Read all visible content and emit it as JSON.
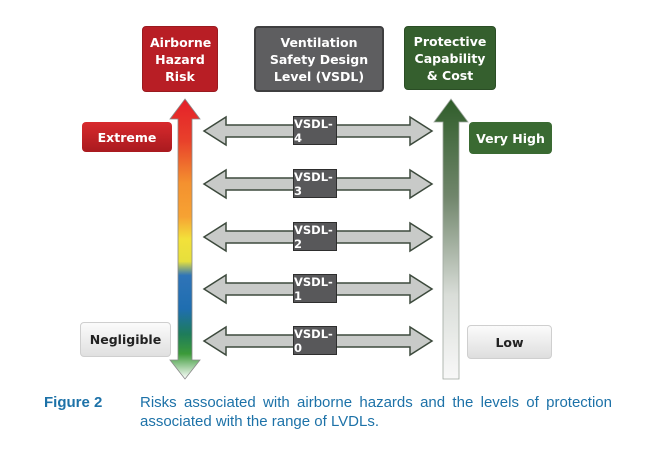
{
  "headers": {
    "risk": "Airborne Hazard Risk",
    "vsdl": "Ventilation Safety Design Level (VSDL)",
    "protection": "Protective Capability & Cost"
  },
  "risk_scale": {
    "top_label": "Extreme",
    "bottom_label": "Negligible"
  },
  "protection_scale": {
    "top_label": "Very High",
    "bottom_label": "Low"
  },
  "levels": [
    "VSDL-4",
    "VSDL-3",
    "VSDL-2",
    "VSDL-1",
    "VSDL-0"
  ],
  "colors": {
    "risk_header": "#b81e25",
    "vsdl_header": "#5e5e60",
    "protection_header": "#355f2e",
    "caption": "#1d72a8"
  },
  "caption": {
    "figure_label": "Figure 2",
    "text": "Risks associated with airborne hazards and the levels of protection associated with the range of LVDLs."
  }
}
